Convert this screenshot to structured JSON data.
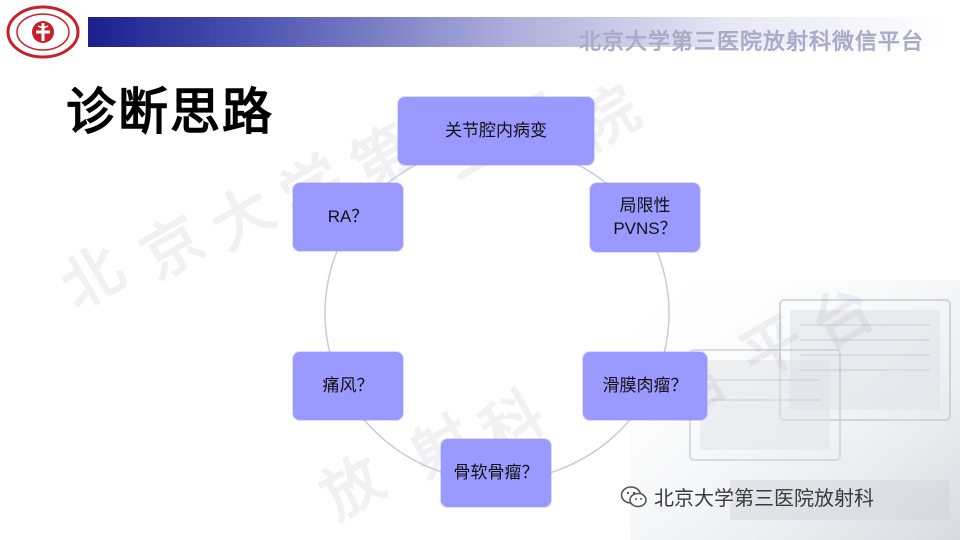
{
  "header": {
    "title": "北京大学第三医院放射科微信平台"
  },
  "page_title": "诊断思路",
  "watermark": {
    "chars": [
      "北",
      "京",
      "大",
      "学",
      "第",
      "三",
      "医",
      "院",
      "平",
      "台",
      "放",
      "射",
      "科",
      "信"
    ]
  },
  "nodes": [
    {
      "id": "intra-articular",
      "lines": [
        "关节腔内病变"
      ]
    },
    {
      "id": "localized-pvns",
      "lines": [
        "局限性",
        "PVNS？"
      ]
    },
    {
      "id": "synovial-sarcoma",
      "lines": [
        "滑膜肉瘤？"
      ]
    },
    {
      "id": "chondrosarcoma",
      "lines": [
        "骨软骨瘤？"
      ]
    },
    {
      "id": "gout",
      "lines": [
        "痛风？"
      ]
    },
    {
      "id": "ra",
      "lines": [
        "RA？"
      ]
    }
  ],
  "footer": {
    "text": "北京大学第三医院放射科"
  },
  "colors": {
    "node_fill": "#9999ff",
    "header_bar_dark": "#1c1f8c",
    "header_title": "#a9abc9",
    "ring": "#c9c9e3"
  },
  "icons": {
    "logo": "hospital-seal-logo",
    "footer": "wechat-icon"
  }
}
